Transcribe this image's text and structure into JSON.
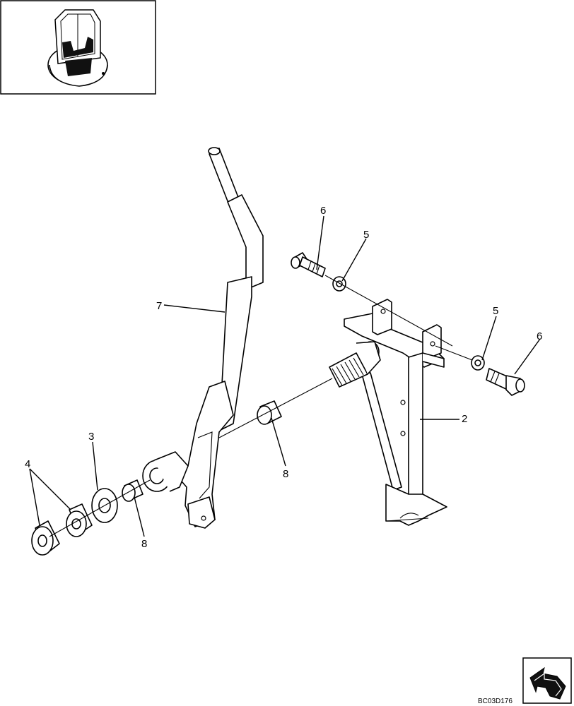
{
  "diagram": {
    "drawing_code": "BC03D176",
    "callouts": [
      {
        "id": "label-7",
        "text": "7"
      },
      {
        "id": "label-6-top",
        "text": "6"
      },
      {
        "id": "label-5-top",
        "text": "5"
      },
      {
        "id": "label-5-right",
        "text": "5"
      },
      {
        "id": "label-6-right",
        "text": "6"
      },
      {
        "id": "label-2",
        "text": "2"
      },
      {
        "id": "label-3",
        "text": "3"
      },
      {
        "id": "label-4",
        "text": "4"
      },
      {
        "id": "label-8-bottom",
        "text": "8"
      },
      {
        "id": "label-8-center",
        "text": "8"
      }
    ],
    "icons": {
      "thumbnail": "machine-cab-thumbnail-icon",
      "navigation": "next-page-arrow-icon"
    }
  }
}
